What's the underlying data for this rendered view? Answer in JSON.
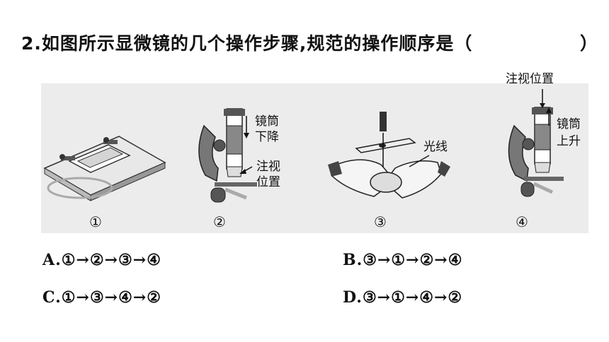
{
  "question": {
    "text": "2.如图所示显微镜的几个操作步骤,规范的操作顺序是（",
    "close": "）"
  },
  "figure": {
    "steps": [
      {
        "number": "①"
      },
      {
        "number": "②",
        "label_a": "镜筒",
        "label_b": "下降",
        "label_c": "注视",
        "label_d": "位置"
      },
      {
        "number": "③",
        "label_a": "光线"
      },
      {
        "number": "④",
        "label_top": "注视位置",
        "label_a": "镜筒",
        "label_b": "上升"
      }
    ]
  },
  "options": [
    {
      "text": "A.①→②→③→④"
    },
    {
      "text": "B.③→①→②→④"
    },
    {
      "text": "C.①→③→④→②"
    },
    {
      "text": "D.③→①→④→②"
    }
  ]
}
